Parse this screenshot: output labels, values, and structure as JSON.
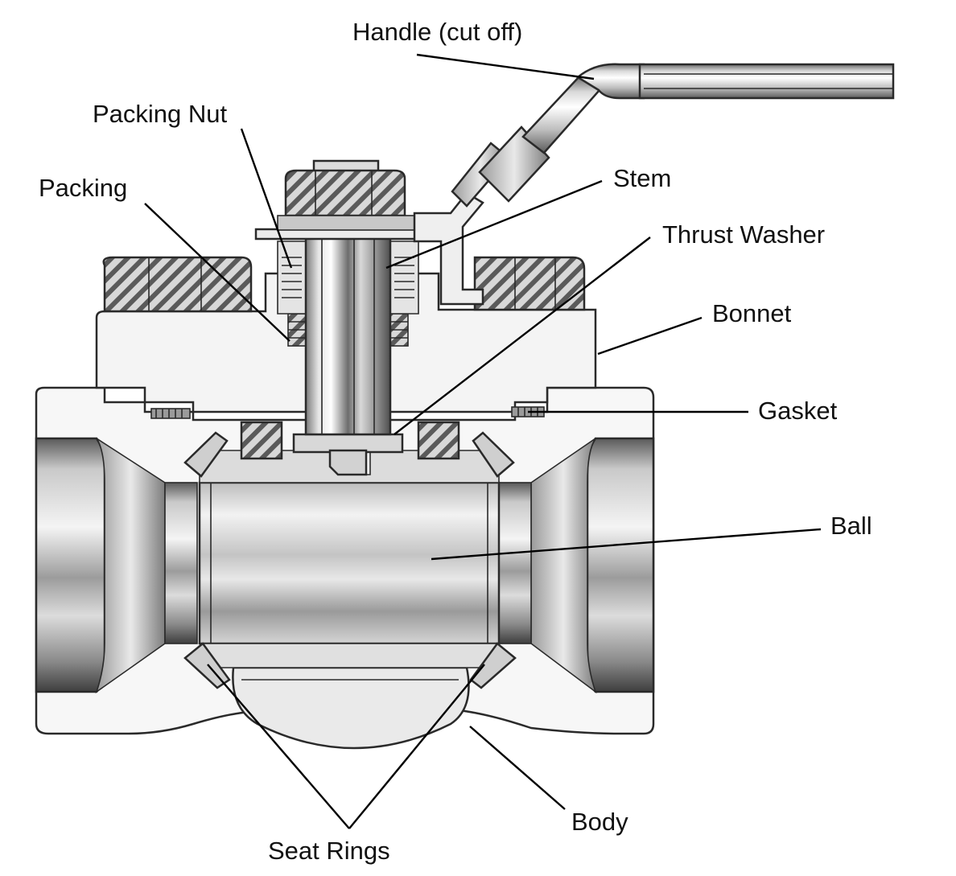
{
  "diagram": {
    "labels": {
      "handle": "Handle (cut off)",
      "packing_nut": "Packing Nut",
      "packing": "Packing",
      "stem": "Stem",
      "thrust_washer": "Thrust Washer",
      "bonnet": "Bonnet",
      "gasket": "Gasket",
      "ball": "Ball",
      "seat_rings": "Seat Rings",
      "body": "Body"
    },
    "colors": {
      "line": "#000000",
      "metal_light": "#e6e6e6",
      "metal_dark": "#6e6e6e",
      "background": "#ffffff"
    }
  }
}
